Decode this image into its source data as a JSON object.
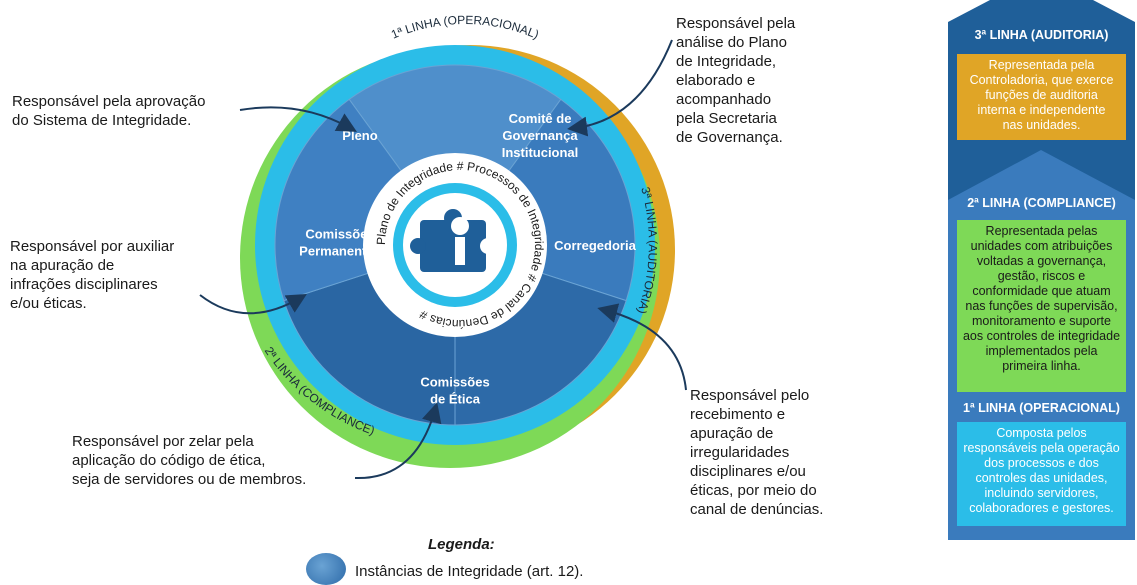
{
  "circle": {
    "segments": [
      {
        "id": "pleno",
        "lines": [
          "Pleno"
        ]
      },
      {
        "id": "comite",
        "lines": [
          "Comitê de",
          "Governança",
          "Institucional"
        ]
      },
      {
        "id": "corregedoria",
        "lines": [
          "Corregedoria"
        ]
      },
      {
        "id": "etica",
        "lines": [
          "Comissões",
          "de Ética"
        ]
      },
      {
        "id": "permanentes",
        "lines": [
          "Comissões",
          "Permanentes"
        ]
      }
    ],
    "ring_labels": {
      "linha1": "1ª LINHA (OPERACIONAL)",
      "linha2": "2ª LINHA (COMPLIANCE)",
      "linha3": "3ª LINHA (AUDITORIA)"
    },
    "inner_ring_text": "Plano de Integridade # Processos de Integridade # Canal de Denúncias #",
    "logo_glyph": "i"
  },
  "annotations": {
    "pleno": [
      "Responsável pela aprovação",
      "do Sistema de Integridade."
    ],
    "comite": [
      "Responsável pela",
      "análise do Plano",
      "de Integridade,",
      "elaborado e",
      "acompanhado",
      "pela Secretaria",
      "de Governança."
    ],
    "permanentes": [
      "Responsável por auxiliar",
      "na apuração de",
      "infrações disciplinares",
      "e/ou éticas."
    ],
    "etica": [
      "Responsável por zelar pela",
      "aplicação do código de ética,",
      "seja de servidores ou de membros."
    ],
    "corregedoria": [
      "Responsável pelo",
      "recebimento e",
      "apuração de",
      "irregularidades",
      "disciplinares e/ou",
      "éticas, por meio do",
      "canal de denúncias."
    ]
  },
  "legend": {
    "title": "Legenda:",
    "item": "Instâncias de Integridade (art. 12)."
  },
  "panel": {
    "linha3": {
      "title": "3ª LINHA (AUDITORIA)",
      "text": [
        "Representada pela",
        "Controladoria, que exerce",
        "funções de auditoria",
        "interna e independente",
        "nas unidades."
      ]
    },
    "linha2": {
      "title": "2ª LINHA (COMPLIANCE)",
      "text": [
        "Representada pelas",
        "unidades com atribuições",
        "voltadas a governança,",
        "gestão, riscos e",
        "conformidade que atuam",
        "nas funções de supervisão,",
        "monitoramento e suporte",
        "aos controles de integridade",
        "implementados pela",
        "primeira linha."
      ]
    },
    "linha1": {
      "title": "1ª LINHA (OPERACIONAL)",
      "text": [
        "Composta pelos",
        "responsáveis pela operação",
        "dos processos e dos",
        "controles das unidades,",
        "incluindo servidores,",
        "colaboradores e gestores."
      ]
    }
  },
  "colors": {
    "dark_blue": "#1f5f99",
    "mid_blue": "#3a7bbd",
    "cyan": "#2bbde8",
    "green": "#7ed957",
    "orange": "#e0a526",
    "teal_line": "#1b3a5c"
  }
}
